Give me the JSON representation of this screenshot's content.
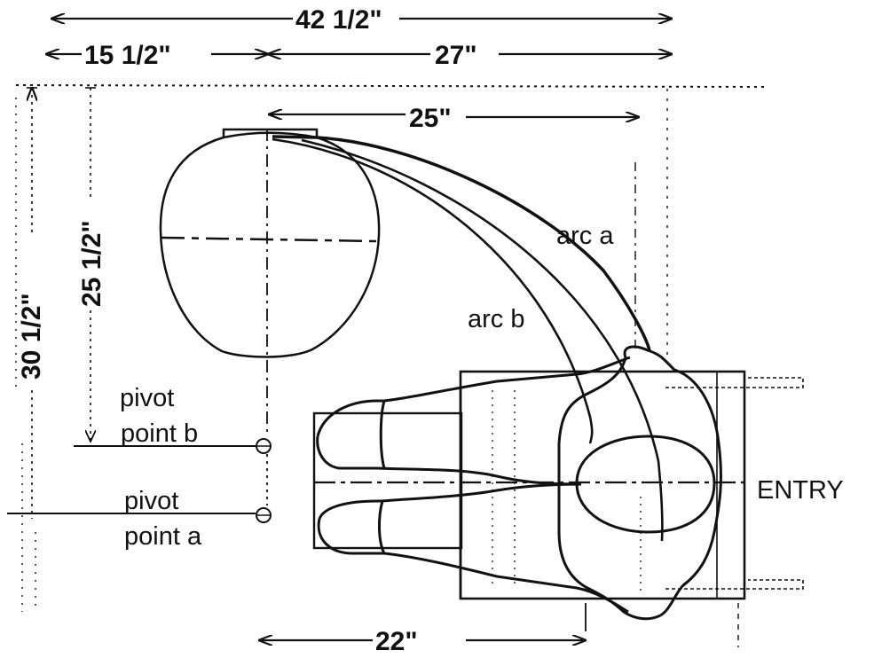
{
  "dimensions": {
    "overall_width": "42 1/2\"",
    "left_offset": "15 1/2\"",
    "right_span": "27\"",
    "arc_span": "25\"",
    "bottom_span": "22\"",
    "vertical_outer": "30 1/2\"",
    "vertical_inner": "25 1/2\""
  },
  "labels": {
    "arc_a": "arc  a",
    "arc_b": "arc  b",
    "pivot_b_line1": "pivot",
    "pivot_b_line2": "point  b",
    "pivot_a_line1": "pivot",
    "pivot_a_line2": "point  a",
    "entry": "ENTRY"
  },
  "colors": {
    "ink": "#111111",
    "background": "#ffffff"
  }
}
